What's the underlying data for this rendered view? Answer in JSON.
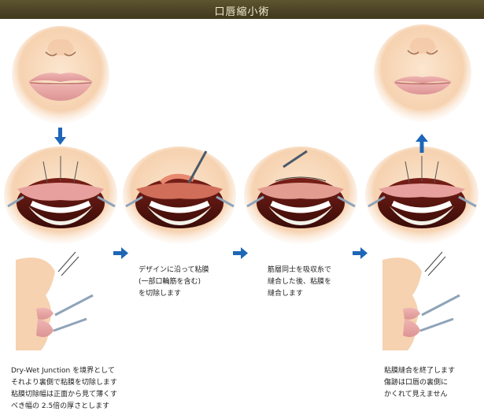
{
  "header": {
    "title": "口唇縮小術"
  },
  "steps": [
    {
      "caption": "Dry-Wet Junction を境界として\nそれより裏側で粘膜を切除します\n粘膜切除幅は正面から見て薄くす\nべき幅の 2.5倍の厚さとします"
    },
    {
      "caption": "デザインに沿って粘膜\n(一部口輪筋を含む)\nを切除します"
    },
    {
      "caption": "筋層同士を吸収糸で\n縫合した後、粘膜を\n縫合します"
    },
    {
      "caption": "粘膜縫合を終了します\n傷跡は口唇の裏側に\nかくれて見えません"
    }
  ],
  "colors": {
    "accent": "#1e66b8",
    "header_bg": "#4c4424",
    "skin": "#f8dcc0",
    "lip": "#e9a7a7"
  },
  "icons": {
    "flow_arrow": "arrow-right-icon",
    "down_arrow": "arrow-down-icon",
    "up_arrow": "arrow-up-icon"
  }
}
